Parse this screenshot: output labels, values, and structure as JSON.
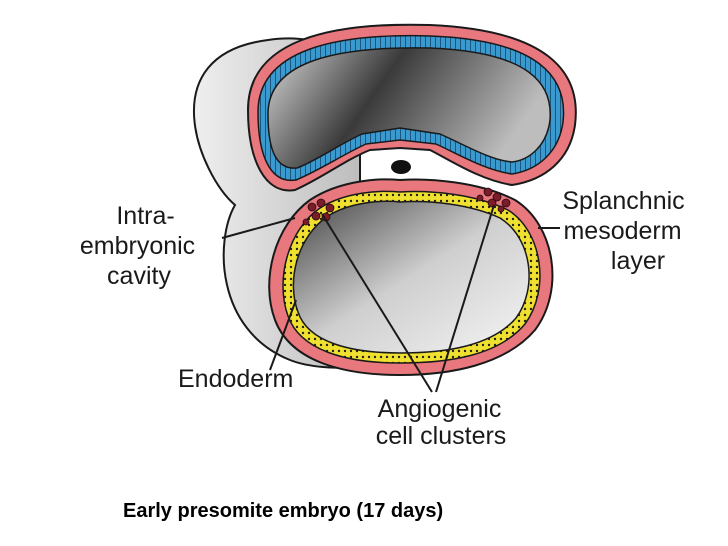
{
  "labels": {
    "intraembryonic_cavity": [
      "Intra-",
      "embryonic",
      "cavity"
    ],
    "splanchnic_mesoderm": [
      "Splanchnic",
      "mesoderm",
      "layer"
    ],
    "endoderm": "Endoderm",
    "angiogenic_clusters": [
      "Angiogenic",
      "cell clusters"
    ]
  },
  "caption": "Early presomite embryo (17 days)",
  "colors": {
    "mesoderm": "#e8787e",
    "ectoderm": "#3a9ad0",
    "endoderm": "#f0e030",
    "outline": "#1a1a1a"
  }
}
